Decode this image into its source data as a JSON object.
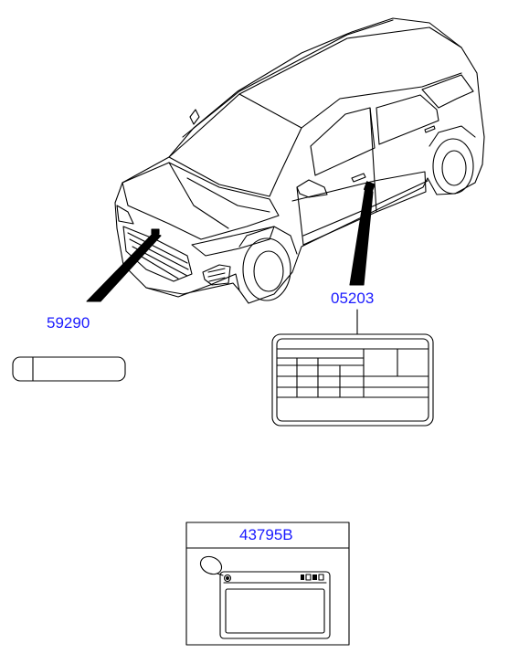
{
  "parts": {
    "label_59290": "59290",
    "label_05203": "05203",
    "label_43795B": "43795B"
  },
  "colors": {
    "part_number_link": "#1a1aff",
    "line_art": "#000000",
    "background": "#ffffff"
  }
}
